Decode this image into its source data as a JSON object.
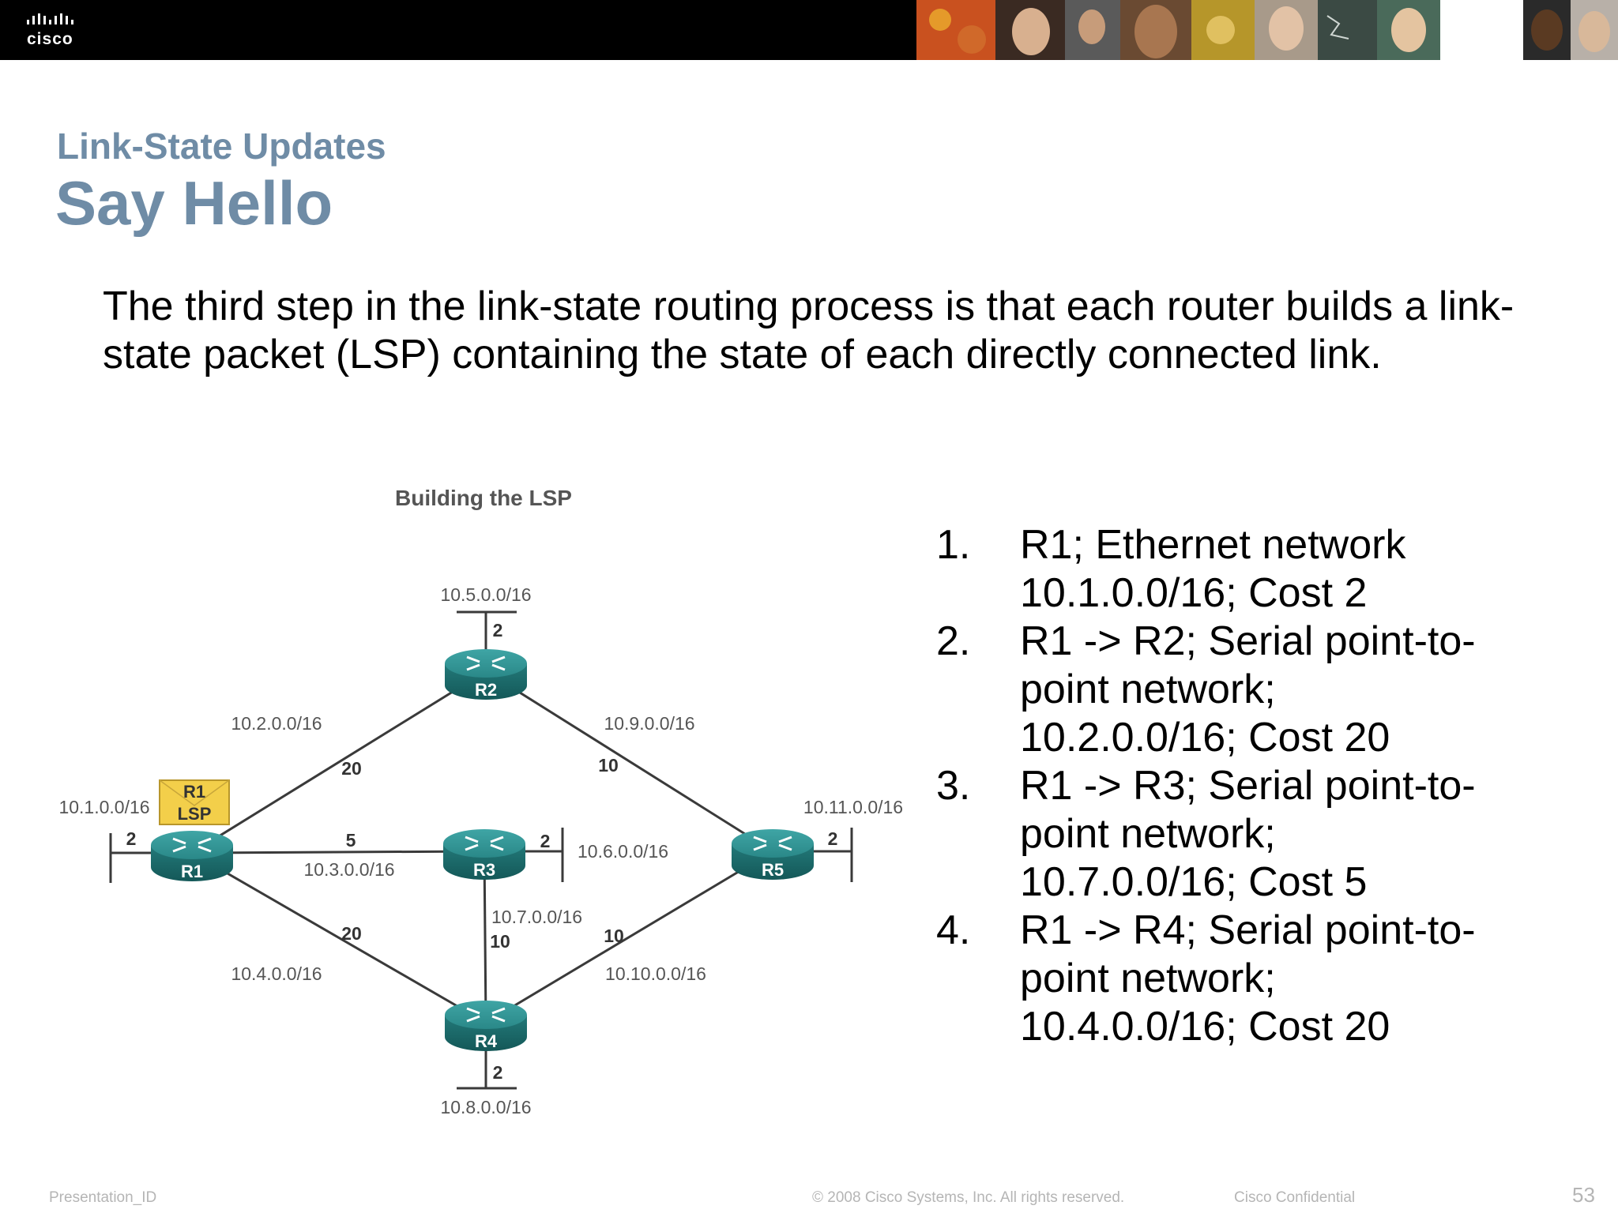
{
  "header": {
    "brand": "cisco"
  },
  "slide": {
    "subtitle": "Link-State Updates",
    "title": "Say Hello",
    "intro": "The third step in the link-state routing process is that each router builds a link-state packet (LSP) containing the state of each directly connected link."
  },
  "diagram": {
    "title": "Building the LSP",
    "lsp_tag": {
      "line1": "R1",
      "line2": "LSP"
    },
    "routers": [
      {
        "name": "R1"
      },
      {
        "name": "R2"
      },
      {
        "name": "R3"
      },
      {
        "name": "R4"
      },
      {
        "name": "R5"
      }
    ],
    "links": [
      {
        "from": "R1",
        "to": "R2",
        "network": "10.2.0.0/16",
        "cost": "20"
      },
      {
        "from": "R1",
        "to": "R3",
        "network": "10.3.0.0/16",
        "cost": "5"
      },
      {
        "from": "R1",
        "to": "R4",
        "network": "10.4.0.0/16",
        "cost": "20"
      },
      {
        "from": "R2",
        "to": "R5",
        "network": "10.9.0.0/16",
        "cost": "10"
      },
      {
        "from": "R3",
        "to": "R4",
        "network": "10.7.0.0/16",
        "cost": "10"
      },
      {
        "from": "R4",
        "to": "R5",
        "network": "10.10.0.0/16",
        "cost": "10"
      }
    ],
    "stubs": [
      {
        "router": "R1",
        "network": "10.1.0.0/16",
        "cost": "2"
      },
      {
        "router": "R2",
        "network": "10.5.0.0/16",
        "cost": "2"
      },
      {
        "router": "R3",
        "network": "10.6.0.0/16",
        "cost": "2"
      },
      {
        "router": "R4",
        "network": "10.8.0.0/16",
        "cost": "2"
      },
      {
        "router": "R5",
        "network": "10.11.0.0/16",
        "cost": "2"
      }
    ]
  },
  "list": [
    {
      "num": "1.",
      "lines": [
        "R1; Ethernet network",
        "10.1.0.0/16; Cost 2"
      ]
    },
    {
      "num": "2.",
      "lines": [
        "R1 -> R2; Serial point-to-",
        "point network;",
        "10.2.0.0/16; Cost 20"
      ]
    },
    {
      "num": "3.",
      "lines": [
        "R1 -> R3; Serial point-to-",
        "point network;",
        "10.7.0.0/16; Cost 5"
      ]
    },
    {
      "num": "4.",
      "lines": [
        "R1 -> R4; Serial point-to-",
        "point network;",
        "10.4.0.0/16; Cost 20"
      ]
    }
  ],
  "footer": {
    "presentation_id": "Presentation_ID",
    "copyright": "© 2008 Cisco Systems, Inc. All rights reserved.",
    "confidential": "Cisco Confidential",
    "page": "53"
  },
  "colors": {
    "title": "#6f8ca6",
    "router": "#2a8a8a",
    "lsp_tag": "#f3cf4a"
  }
}
